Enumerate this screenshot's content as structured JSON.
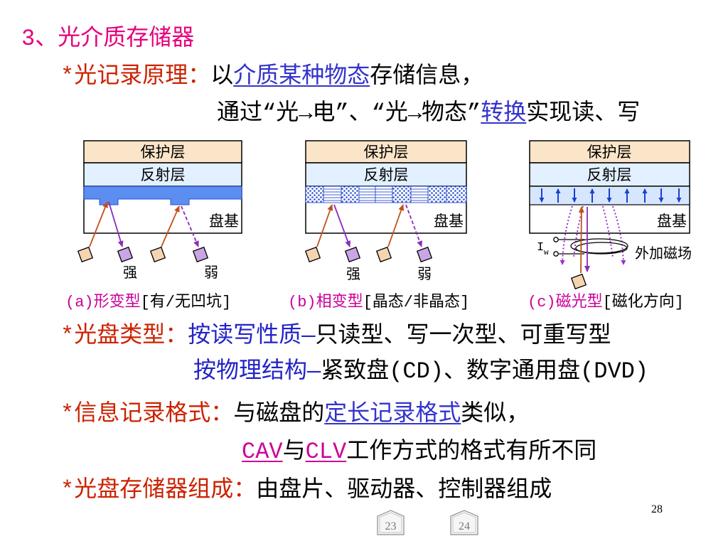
{
  "title": "3、光介质存储器",
  "principle": {
    "label": "*光记录原理：",
    "line1": {
      "pre": "以",
      "link": "介质某种物态",
      "post": "存储信息，"
    },
    "line2": {
      "pre": "通过“光→电”、“光→物态”",
      "link": "转换",
      "post": "实现读、写"
    }
  },
  "diagrams": [
    {
      "layers": {
        "protect": "保护层",
        "reflect": "反射层",
        "substrate": "盘基"
      },
      "readout": {
        "strong": "强",
        "weak": "弱"
      },
      "caption": {
        "type": "(a)形变型",
        "detail": "[有/无凹坑]"
      }
    },
    {
      "layers": {
        "protect": "保护层",
        "reflect": "反射层",
        "substrate": "盘基"
      },
      "readout": {
        "strong": "强",
        "weak": "弱"
      },
      "caption": {
        "type": "(b)相变型",
        "detail": "[晶态/非晶态]"
      }
    },
    {
      "layers": {
        "protect": "保护层",
        "reflect": "反射层",
        "substrate": "盘基"
      },
      "coil": {
        "symbol": "I",
        "subscript": "w"
      },
      "field_label": "外加磁场",
      "caption": {
        "type": "(c)磁光型",
        "detail": "[磁化方向]"
      }
    }
  ],
  "disc_types": {
    "label": "*光盘类型：",
    "by_rw": {
      "key": "按读写性质—",
      "value": "只读型、写一次型、可重写型"
    },
    "by_structure": {
      "key": "按物理结构—",
      "value": "紧致盘(CD)、数字通用盘(DVD)"
    }
  },
  "record_format": {
    "label": "*信息记录格式：",
    "line1": {
      "pre": "与磁盘的",
      "link": "定长记录格式",
      "post": "类似，"
    },
    "line2": {
      "cav": "CAV",
      "mid": "与",
      "clv": "CLV",
      "post": "工作方式的格式有所不同"
    }
  },
  "composition": {
    "label": "*光盘存储器组成：",
    "value": "由盘片、驱动器、控制器组成"
  },
  "page_number": "28",
  "nav": {
    "prev_label": "23",
    "next_label": "24"
  },
  "colors": {
    "title": "#e6007e",
    "label": "#cc2200",
    "link": "#3333cc",
    "key": "#2323c8",
    "accent": "#cc0099"
  }
}
